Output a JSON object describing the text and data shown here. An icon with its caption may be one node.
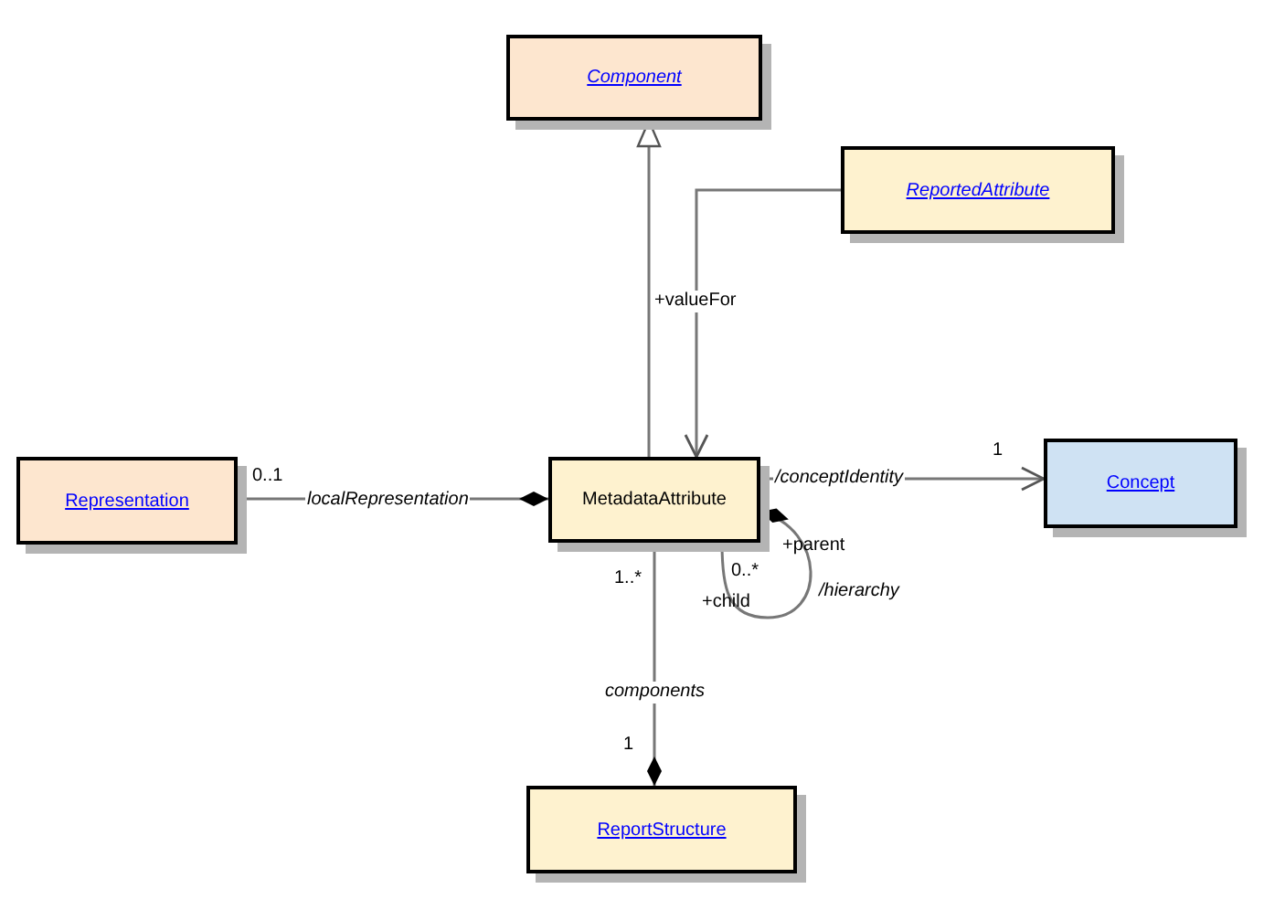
{
  "diagram": {
    "nodes": [
      {
        "text": [
          "Component"
        ]
      },
      {
        "text": [
          "ReportedAttribute"
        ]
      },
      {
        "text": [
          "Representation"
        ]
      },
      {
        "text": [
          "MetadataAttribute"
        ]
      },
      {
        "text": [
          "Concept"
        ]
      },
      {
        "text": [
          "ReportStructure"
        ]
      }
    ],
    "edges": [
      {
        "from": 3,
        "to": 0,
        "arrow": "to"
      },
      {
        "from": 1,
        "to": 3,
        "arrow": "to",
        "label": "+valueFor"
      },
      {
        "from": 3,
        "to": 2,
        "arrow": "other",
        "label": "localRepresentation"
      },
      {
        "from": 3,
        "to": 4,
        "arrow": "to",
        "label": "/conceptIdentity"
      },
      {
        "from": 3,
        "to": 3,
        "arrow": "other",
        "label": "/hierarchy"
      },
      {
        "from": 5,
        "to": 3,
        "arrow": "other",
        "label": "components"
      }
    ],
    "labels": [
      "0..1",
      "1",
      "+parent",
      "0..*",
      "+child",
      "1..*",
      "1"
    ]
  }
}
